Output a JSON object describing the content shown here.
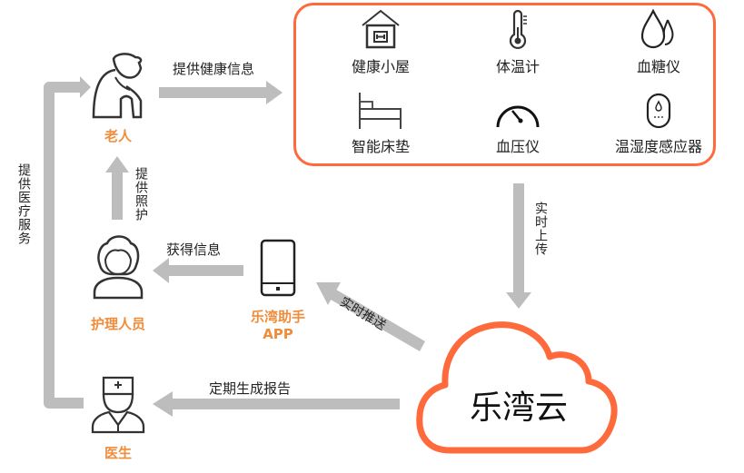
{
  "actors": {
    "elder": {
      "label": "老人",
      "icon": "elderly-person-icon"
    },
    "caregiver": {
      "label": "护理人员",
      "icon": "caregiver-icon"
    },
    "doctor": {
      "label": "医生",
      "icon": "doctor-icon"
    },
    "app": {
      "label_line1": "乐湾助手",
      "label_line2": "APP",
      "icon": "smartphone-icon"
    }
  },
  "devices_box": {
    "devices": [
      {
        "label": "健康小屋",
        "icon": "health-house-icon"
      },
      {
        "label": "体温计",
        "icon": "thermometer-icon"
      },
      {
        "label": "血糖仪",
        "icon": "blood-drop-icon"
      },
      {
        "label": "智能床垫",
        "icon": "bed-icon"
      },
      {
        "label": "血压仪",
        "icon": "gauge-icon"
      },
      {
        "label": "温湿度感应器",
        "icon": "humidity-sensor-icon"
      }
    ],
    "border_color": "#ff6a3d"
  },
  "cloud": {
    "label": "乐湾云",
    "icon": "cloud-icon",
    "color": "#ff6a3d"
  },
  "arrows": {
    "provide_health_info": "提供健康信息",
    "provide_care": "提供照护",
    "provide_medical": "提供医疗服务",
    "get_info": "获得信息",
    "realtime_upload": "实时上传",
    "realtime_push": "实时推送",
    "periodic_report": "定期生成报告"
  },
  "colors": {
    "accent": "#f08c3a",
    "arrow": "#bdbdbd",
    "outline": "#ff6a3d"
  }
}
